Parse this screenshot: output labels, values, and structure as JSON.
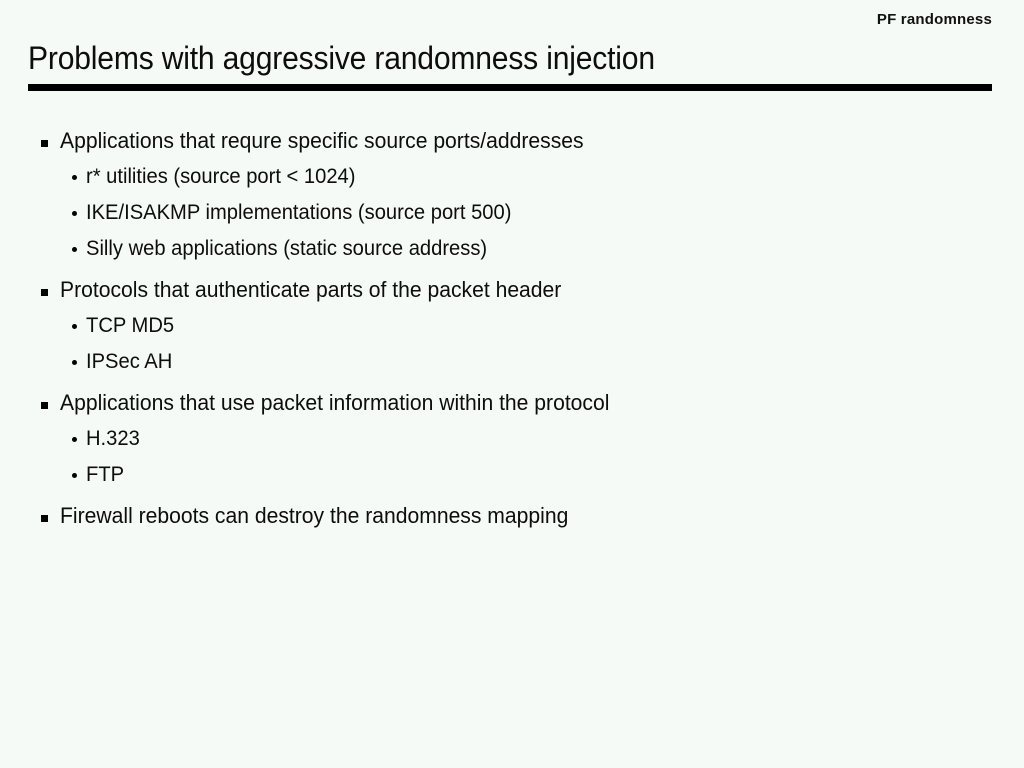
{
  "slide": {
    "running_header": "PF randomness",
    "title": "Problems with aggressive randomness injection",
    "background_color": "#f5faf6",
    "text_color": "#0d0d0d",
    "rule_color": "#000000",
    "bullets": [
      {
        "level": 1,
        "marker": "square-bullet",
        "text": "Applications that requre specific source ports/addresses",
        "children": [
          {
            "level": 2,
            "marker": "dot-bullet",
            "text": "r* utilities (source port < 1024)"
          },
          {
            "level": 2,
            "marker": "dot-bullet",
            "text": "IKE/ISAKMP implementations (source port 500)"
          },
          {
            "level": 2,
            "marker": "dot-bullet",
            "text": "Silly web applications (static source address)"
          }
        ]
      },
      {
        "level": 1,
        "marker": "square-bullet",
        "text": "Protocols that authenticate parts of the packet header",
        "children": [
          {
            "level": 2,
            "marker": "dot-bullet",
            "text": "TCP MD5"
          },
          {
            "level": 2,
            "marker": "dot-bullet",
            "text": "IPSec AH"
          }
        ]
      },
      {
        "level": 1,
        "marker": "square-bullet",
        "text": "Applications that use packet information within the protocol",
        "children": [
          {
            "level": 2,
            "marker": "dot-bullet",
            "text": "H.323"
          },
          {
            "level": 2,
            "marker": "dot-bullet",
            "text": "FTP"
          }
        ]
      },
      {
        "level": 1,
        "marker": "square-bullet",
        "text": "Firewall reboots can destroy the randomness mapping",
        "children": []
      }
    ]
  }
}
